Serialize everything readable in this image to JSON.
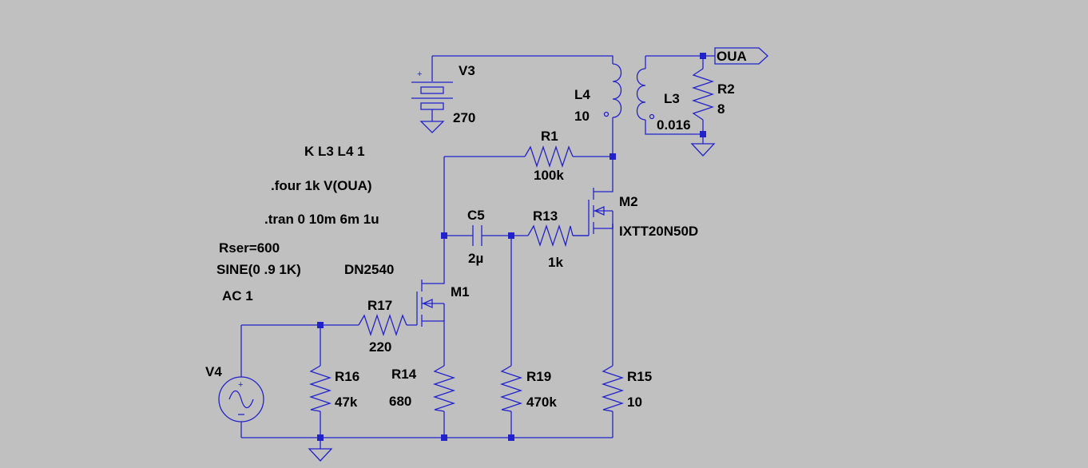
{
  "directives": {
    "coupling": "K L3 L4 1",
    "fourier": ".four 1k V(OUA)",
    "transient": ".tran 0 10m 6m 1u"
  },
  "source_params": {
    "rser": "Rser=600",
    "sine": "SINE(0 .9 1K)",
    "ac": "AC 1"
  },
  "components": {
    "V3": {
      "name": "V3",
      "value": "270"
    },
    "L4": {
      "name": "L4",
      "value": "10"
    },
    "L3": {
      "name": "L3",
      "value": "0.016"
    },
    "R2": {
      "name": "R2",
      "value": "8"
    },
    "R1": {
      "name": "R1",
      "value": "100k"
    },
    "C5": {
      "name": "C5",
      "value": "2µ"
    },
    "R13": {
      "name": "R13",
      "value": "1k"
    },
    "M2": {
      "name": "M2",
      "value": "IXTT20N50D"
    },
    "M1": {
      "name": "M1",
      "value": "DN2540"
    },
    "R17": {
      "name": "R17",
      "value": "220"
    },
    "V4": {
      "name": "V4"
    },
    "R16": {
      "name": "R16",
      "value": "47k"
    },
    "R14": {
      "name": "R14",
      "value": "680"
    },
    "R19": {
      "name": "R19",
      "value": "470k"
    },
    "R15": {
      "name": "R15",
      "value": "10"
    }
  },
  "net_labels": {
    "output": "OUA"
  },
  "colors": {
    "background": "#c0c0c0",
    "wire": "#2222cc",
    "text": "#000000"
  }
}
